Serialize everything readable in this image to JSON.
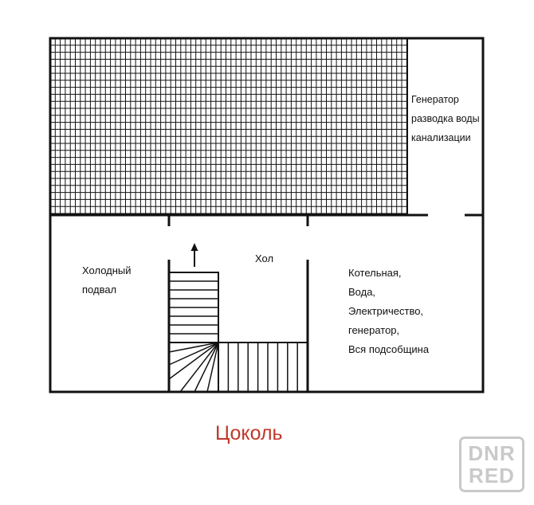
{
  "rooms": {
    "utility": {
      "lines": [
        "Генератор",
        "разводка воды",
        "канализации"
      ]
    },
    "hall": {
      "label": "Хол"
    },
    "cold_cellar": {
      "lines": [
        "Холодный",
        "подвал"
      ]
    },
    "boiler": {
      "lines": [
        "Котельная,",
        "Вода,",
        "Электричество,",
        "генератор,",
        "Вся подсобщина"
      ]
    }
  },
  "title": "Цоколь",
  "watermark": {
    "line1": "DNR",
    "line2": "RED"
  },
  "colors": {
    "walls": "#111111",
    "title": "#c0392b",
    "watermark": "#c9c9c9"
  }
}
